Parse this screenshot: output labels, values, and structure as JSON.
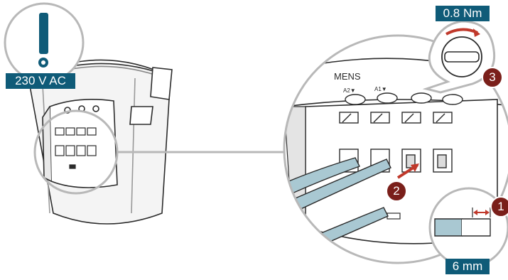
{
  "warning": {
    "voltage_label": "230 V AC",
    "icon": "exclamation-icon"
  },
  "torque_label": "0.8 Nm",
  "strip_length_label": "6 mm",
  "steps": [
    "1",
    "2",
    "3"
  ],
  "brand_fragment": "MENS",
  "terminal_marks": [
    "A2▼",
    "A1▼"
  ],
  "colors": {
    "label_bg": "#0f5b78",
    "step_badge": "#7a1f1a",
    "wire": "#a9c8d2",
    "line": "#2b2b2b",
    "arrow": "#c0392b"
  }
}
